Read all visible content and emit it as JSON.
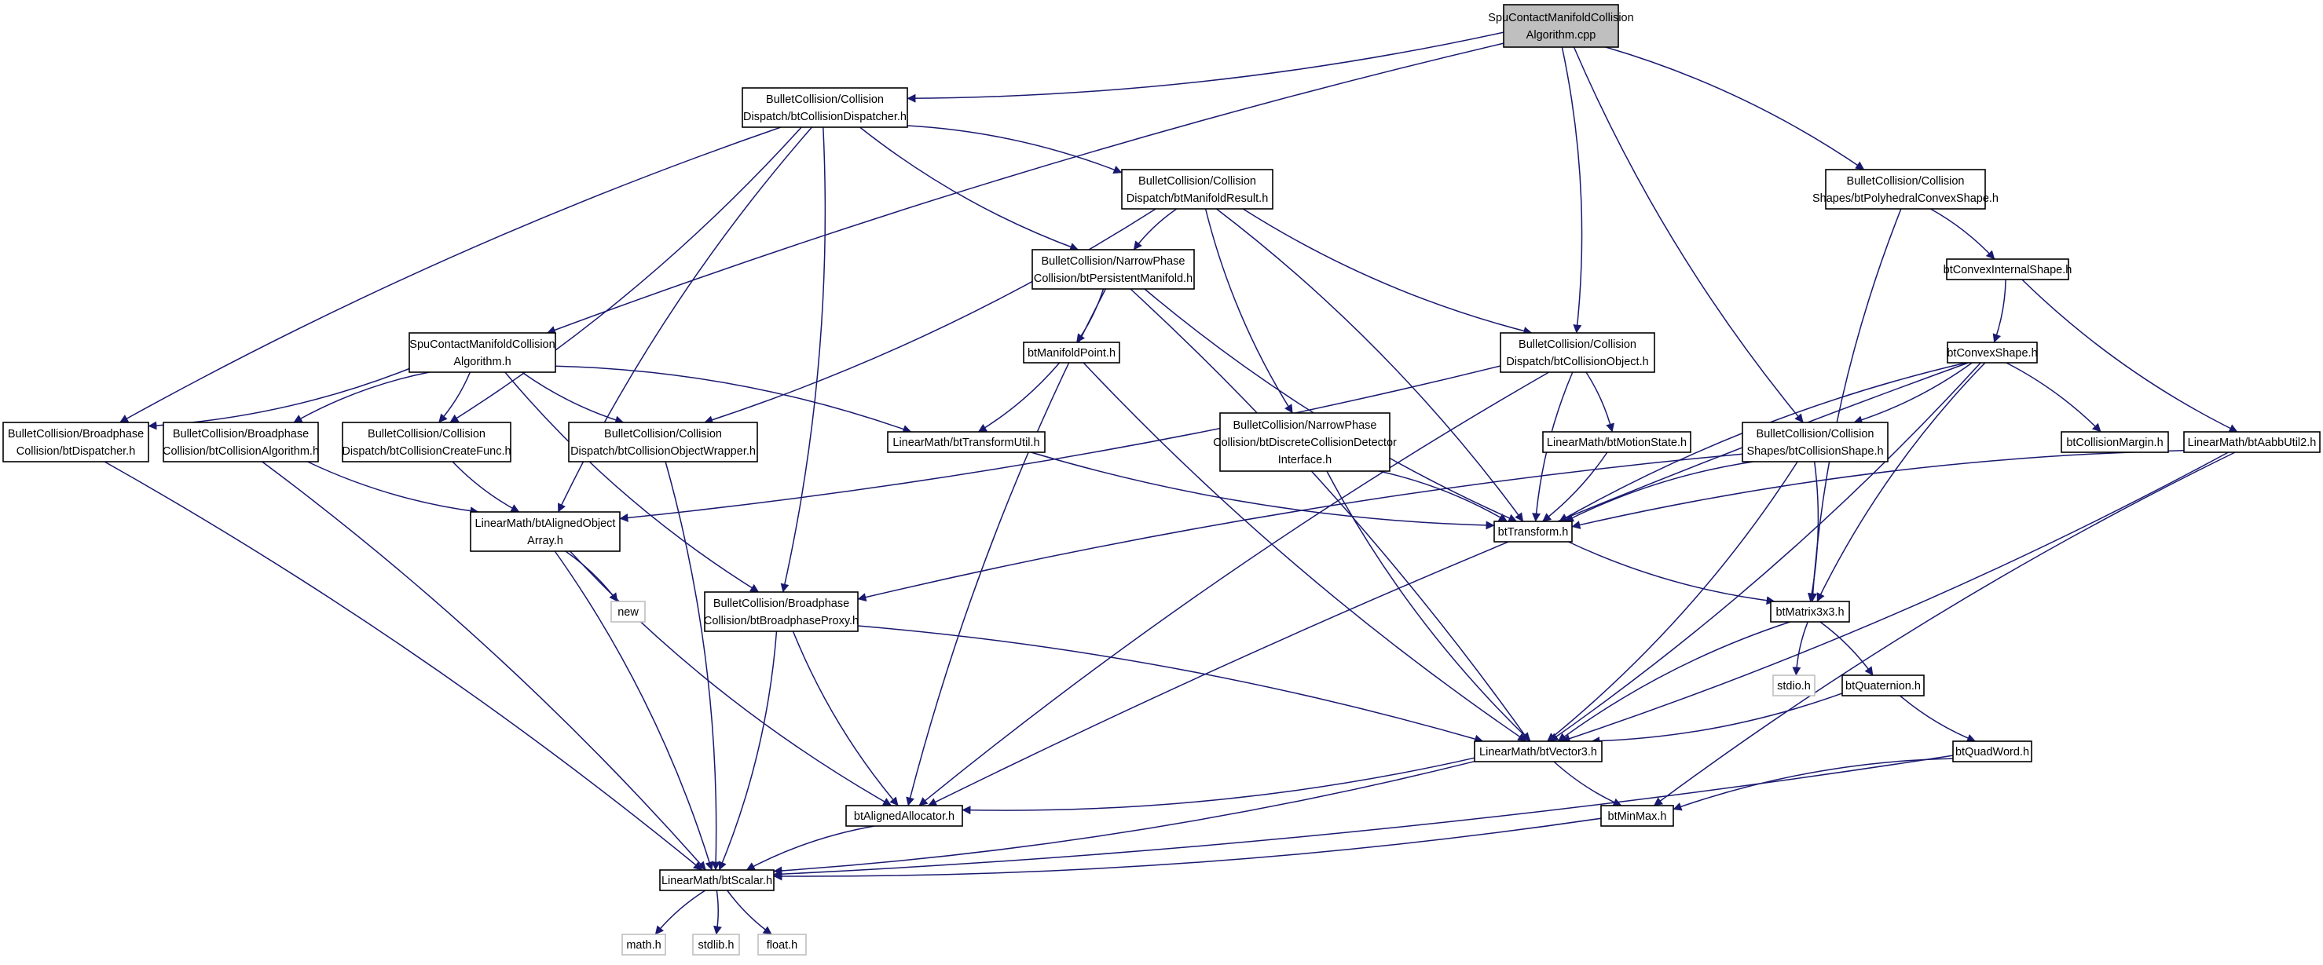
{
  "colors": {
    "edge": "#191970",
    "node_border": "#000000",
    "node_fill": "#ffffff",
    "root_fill": "#bfbfbf",
    "external_border": "#bfbfbf",
    "text": "#000000"
  },
  "nodes": [
    {
      "id": "root",
      "kind": "root",
      "lines": [
        "SpuContactManifoldCollision",
        "Algorithm.cpp"
      ]
    },
    {
      "id": "dispatcher",
      "kind": "file",
      "lines": [
        "BulletCollision/Collision",
        "Dispatch/btCollisionDispatcher.h"
      ]
    },
    {
      "id": "manifoldresult",
      "kind": "file",
      "lines": [
        "BulletCollision/Collision",
        "Dispatch/btManifoldResult.h"
      ]
    },
    {
      "id": "polyconvex",
      "kind": "file",
      "lines": [
        "BulletCollision/Collision",
        "Shapes/btPolyhedralConvexShape.h"
      ]
    },
    {
      "id": "persistent",
      "kind": "file",
      "lines": [
        "BulletCollision/NarrowPhase",
        "Collision/btPersistentManifold.h"
      ]
    },
    {
      "id": "convexinternal",
      "kind": "file",
      "lines": [
        "btConvexInternalShape.h"
      ]
    },
    {
      "id": "spucma",
      "kind": "file",
      "lines": [
        "SpuContactManifoldCollision",
        "Algorithm.h"
      ]
    },
    {
      "id": "manifoldpoint",
      "kind": "file",
      "lines": [
        "btManifoldPoint.h"
      ]
    },
    {
      "id": "colobject",
      "kind": "file",
      "lines": [
        "BulletCollision/Collision",
        "Dispatch/btCollisionObject.h"
      ]
    },
    {
      "id": "convexshape",
      "kind": "file",
      "lines": [
        "btConvexShape.h"
      ]
    },
    {
      "id": "btdispatcher",
      "kind": "file",
      "lines": [
        "BulletCollision/Broadphase",
        "Collision/btDispatcher.h"
      ]
    },
    {
      "id": "colalgorithm",
      "kind": "file",
      "lines": [
        "BulletCollision/Broadphase",
        "Collision/btCollisionAlgorithm.h"
      ]
    },
    {
      "id": "createfunc",
      "kind": "file",
      "lines": [
        "BulletCollision/Collision",
        "Dispatch/btCollisionCreateFunc.h"
      ]
    },
    {
      "id": "objwrapper",
      "kind": "file",
      "lines": [
        "BulletCollision/Collision",
        "Dispatch/btCollisionObjectWrapper.h"
      ]
    },
    {
      "id": "transformutil",
      "kind": "file",
      "lines": [
        "LinearMath/btTransformUtil.h"
      ]
    },
    {
      "id": "discrete",
      "kind": "file",
      "lines": [
        "BulletCollision/NarrowPhase",
        "Collision/btDiscreteCollisionDetector",
        "Interface.h"
      ]
    },
    {
      "id": "motionstate",
      "kind": "file",
      "lines": [
        "LinearMath/btMotionState.h"
      ]
    },
    {
      "id": "colshape",
      "kind": "file",
      "lines": [
        "BulletCollision/Collision",
        "Shapes/btCollisionShape.h"
      ]
    },
    {
      "id": "colmargin",
      "kind": "file",
      "lines": [
        "btCollisionMargin.h"
      ]
    },
    {
      "id": "aabbutil",
      "kind": "file",
      "lines": [
        "LinearMath/btAabbUtil2.h"
      ]
    },
    {
      "id": "alignedarray",
      "kind": "file",
      "lines": [
        "LinearMath/btAlignedObject",
        "Array.h"
      ]
    },
    {
      "id": "transform",
      "kind": "file",
      "lines": [
        "btTransform.h"
      ]
    },
    {
      "id": "new",
      "kind": "external",
      "lines": [
        "new"
      ]
    },
    {
      "id": "proxy",
      "kind": "file",
      "lines": [
        "BulletCollision/Broadphase",
        "Collision/btBroadphaseProxy.h"
      ]
    },
    {
      "id": "matrix",
      "kind": "file",
      "lines": [
        "btMatrix3x3.h"
      ]
    },
    {
      "id": "stdio",
      "kind": "external",
      "lines": [
        "stdio.h"
      ]
    },
    {
      "id": "quaternion",
      "kind": "file",
      "lines": [
        "btQuaternion.h"
      ]
    },
    {
      "id": "vector3",
      "kind": "file",
      "lines": [
        "LinearMath/btVector3.h"
      ]
    },
    {
      "id": "quadword",
      "kind": "file",
      "lines": [
        "btQuadWord.h"
      ]
    },
    {
      "id": "allocator",
      "kind": "file",
      "lines": [
        "btAlignedAllocator.h"
      ]
    },
    {
      "id": "minmax",
      "kind": "file",
      "lines": [
        "btMinMax.h"
      ]
    },
    {
      "id": "scalar",
      "kind": "file",
      "lines": [
        "LinearMath/btScalar.h"
      ]
    },
    {
      "id": "math",
      "kind": "external",
      "lines": [
        "math.h"
      ]
    },
    {
      "id": "stdlib",
      "kind": "external",
      "lines": [
        "stdlib.h"
      ]
    },
    {
      "id": "float",
      "kind": "external",
      "lines": [
        "float.h"
      ]
    }
  ],
  "edges": [
    {
      "from": "root",
      "to": "dispatcher"
    },
    {
      "from": "root",
      "to": "spucma"
    },
    {
      "from": "root",
      "to": "colobject"
    },
    {
      "from": "root",
      "to": "colshape"
    },
    {
      "from": "root",
      "to": "polyconvex"
    },
    {
      "from": "dispatcher",
      "to": "btdispatcher"
    },
    {
      "from": "dispatcher",
      "to": "createfunc"
    },
    {
      "from": "dispatcher",
      "to": "alignedarray"
    },
    {
      "from": "dispatcher",
      "to": "proxy"
    },
    {
      "from": "dispatcher",
      "to": "persistent"
    },
    {
      "from": "dispatcher",
      "to": "manifoldresult"
    },
    {
      "from": "manifoldresult",
      "to": "persistent"
    },
    {
      "from": "manifoldresult",
      "to": "objwrapper"
    },
    {
      "from": "manifoldresult",
      "to": "discrete"
    },
    {
      "from": "manifoldresult",
      "to": "transform"
    },
    {
      "from": "manifoldresult",
      "to": "colobject"
    },
    {
      "from": "polyconvex",
      "to": "convexinternal"
    },
    {
      "from": "polyconvex",
      "to": "matrix"
    },
    {
      "from": "convexinternal",
      "to": "convexshape"
    },
    {
      "from": "convexinternal",
      "to": "aabbutil"
    },
    {
      "from": "persistent",
      "to": "manifoldpoint"
    },
    {
      "from": "persistent",
      "to": "allocator"
    },
    {
      "from": "persistent",
      "to": "vector3"
    },
    {
      "from": "persistent",
      "to": "transform"
    },
    {
      "from": "spucma",
      "to": "btdispatcher"
    },
    {
      "from": "spucma",
      "to": "colalgorithm"
    },
    {
      "from": "spucma",
      "to": "createfunc"
    },
    {
      "from": "spucma",
      "to": "objwrapper"
    },
    {
      "from": "spucma",
      "to": "transformutil"
    },
    {
      "from": "spucma",
      "to": "proxy"
    },
    {
      "from": "manifoldpoint",
      "to": "transformutil"
    },
    {
      "from": "manifoldpoint",
      "to": "vector3"
    },
    {
      "from": "colobject",
      "to": "alignedarray"
    },
    {
      "from": "colobject",
      "to": "allocator"
    },
    {
      "from": "colobject",
      "to": "motionstate"
    },
    {
      "from": "colobject",
      "to": "transform"
    },
    {
      "from": "convexshape",
      "to": "colshape"
    },
    {
      "from": "convexshape",
      "to": "transform"
    },
    {
      "from": "convexshape",
      "to": "colmargin"
    },
    {
      "from": "convexshape",
      "to": "matrix"
    },
    {
      "from": "convexshape",
      "to": "vector3"
    },
    {
      "from": "convexshape",
      "to": "allocator"
    },
    {
      "from": "btdispatcher",
      "to": "scalar"
    },
    {
      "from": "colalgorithm",
      "to": "alignedarray"
    },
    {
      "from": "colalgorithm",
      "to": "scalar"
    },
    {
      "from": "createfunc",
      "to": "alignedarray"
    },
    {
      "from": "objwrapper",
      "to": "scalar"
    },
    {
      "from": "transformutil",
      "to": "transform"
    },
    {
      "from": "discrete",
      "to": "transform"
    },
    {
      "from": "discrete",
      "to": "vector3"
    },
    {
      "from": "motionstate",
      "to": "transform"
    },
    {
      "from": "colshape",
      "to": "transform"
    },
    {
      "from": "colshape",
      "to": "matrix"
    },
    {
      "from": "colshape",
      "to": "proxy"
    },
    {
      "from": "colshape",
      "to": "vector3"
    },
    {
      "from": "aabbutil",
      "to": "transform"
    },
    {
      "from": "aabbutil",
      "to": "vector3"
    },
    {
      "from": "aabbutil",
      "to": "minmax"
    },
    {
      "from": "alignedarray",
      "to": "new"
    },
    {
      "from": "alignedarray",
      "to": "allocator"
    },
    {
      "from": "alignedarray",
      "to": "scalar"
    },
    {
      "from": "transform",
      "to": "matrix"
    },
    {
      "from": "proxy",
      "to": "vector3"
    },
    {
      "from": "proxy",
      "to": "allocator"
    },
    {
      "from": "proxy",
      "to": "scalar"
    },
    {
      "from": "matrix",
      "to": "stdio"
    },
    {
      "from": "matrix",
      "to": "quaternion"
    },
    {
      "from": "matrix",
      "to": "vector3"
    },
    {
      "from": "quaternion",
      "to": "vector3"
    },
    {
      "from": "quaternion",
      "to": "quadword"
    },
    {
      "from": "vector3",
      "to": "allocator"
    },
    {
      "from": "vector3",
      "to": "minmax"
    },
    {
      "from": "vector3",
      "to": "scalar"
    },
    {
      "from": "quadword",
      "to": "minmax"
    },
    {
      "from": "quadword",
      "to": "scalar"
    },
    {
      "from": "allocator",
      "to": "scalar"
    },
    {
      "from": "minmax",
      "to": "scalar"
    },
    {
      "from": "scalar",
      "to": "math"
    },
    {
      "from": "scalar",
      "to": "stdlib"
    },
    {
      "from": "scalar",
      "to": "float"
    }
  ]
}
